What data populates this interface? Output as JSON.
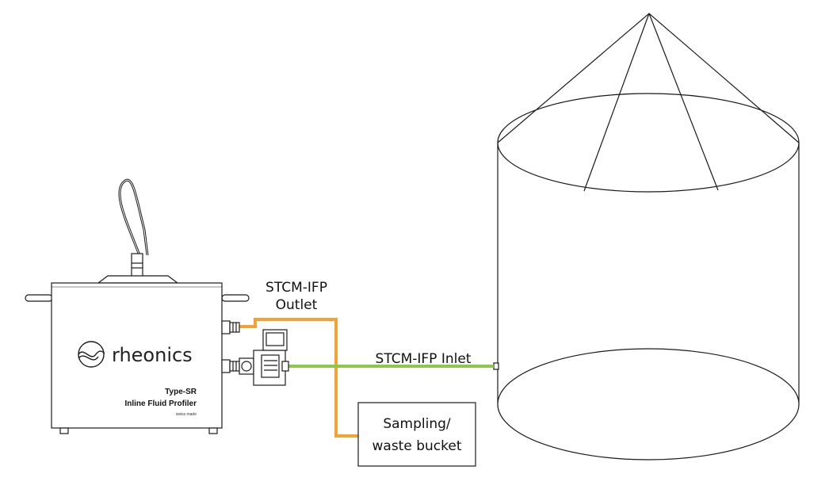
{
  "device": {
    "brand": "rheonics",
    "model": "Type-SR",
    "product": "Inline Fluid Profiler",
    "tagline": "swiss made"
  },
  "labels": {
    "outlet_line1": "STCM-IFP",
    "outlet_line2": "Outlet",
    "inlet": "STCM-IFP Inlet",
    "bucket_line1": "Sampling/",
    "bucket_line2": "waste bucket"
  },
  "colors": {
    "outlet_pipe": "#f5a133",
    "inlet_pipe": "#8cc84b",
    "outline": "#1a1a1a"
  }
}
